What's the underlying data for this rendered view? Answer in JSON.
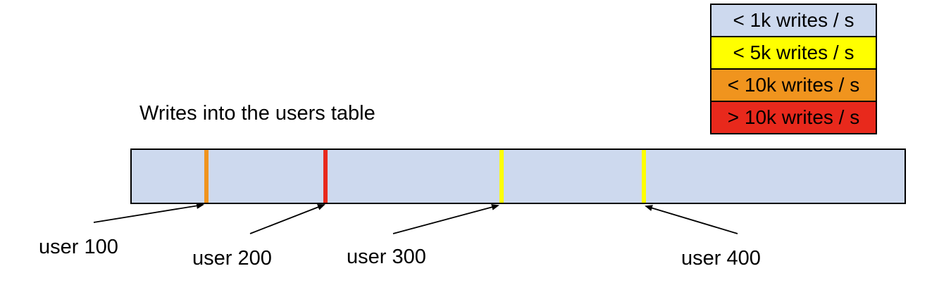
{
  "page": {
    "background": "#ffffff"
  },
  "title": "Writes into the users table",
  "legend": {
    "items": [
      {
        "label": "< 1k writes / s",
        "color": "#cdd9ee"
      },
      {
        "label": "< 5k writes / s",
        "color": "#ffff00"
      },
      {
        "label": "< 10k writes / s",
        "color": "#f0941e"
      },
      {
        "label": "> 10k writes / s",
        "color": "#e8291c"
      }
    ]
  },
  "bar": {
    "fill": "#cdd9ee",
    "border_color": "#000000",
    "stripes": [
      {
        "user": "user 100",
        "rate_band": "< 10k writes / s",
        "color": "#f0941e",
        "x_pct": 9.62
      },
      {
        "user": "user 200",
        "rate_band": "> 10k writes / s",
        "color": "#e8291c",
        "x_pct": 25.07
      },
      {
        "user": "user 300",
        "rate_band": "< 5k writes / s",
        "color": "#ffff00",
        "x_pct": 47.86
      },
      {
        "user": "user 400",
        "rate_band": "< 5k writes / s",
        "color": "#ffff00",
        "x_pct": 66.23
      }
    ]
  }
}
